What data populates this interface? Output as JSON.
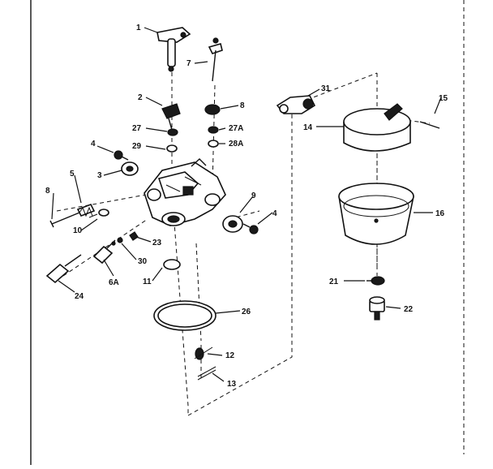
{
  "labels": {
    "l1": "1",
    "l7": "7",
    "l31": "31",
    "l15": "15",
    "l14": "14",
    "l2": "2",
    "l8a": "8",
    "l27": "27",
    "l27a": "27A",
    "l29": "29",
    "l28a": "28A",
    "l4a": "4",
    "l3": "3",
    "l9": "9",
    "l5": "5",
    "l8b": "8",
    "l10": "10",
    "l4b": "4",
    "l16": "16",
    "l23": "23",
    "l30": "30",
    "l11": "11",
    "l6a": "6A",
    "l21": "21",
    "l22": "22",
    "l24": "24",
    "l26": "26",
    "l12": "12",
    "l13": "13"
  }
}
